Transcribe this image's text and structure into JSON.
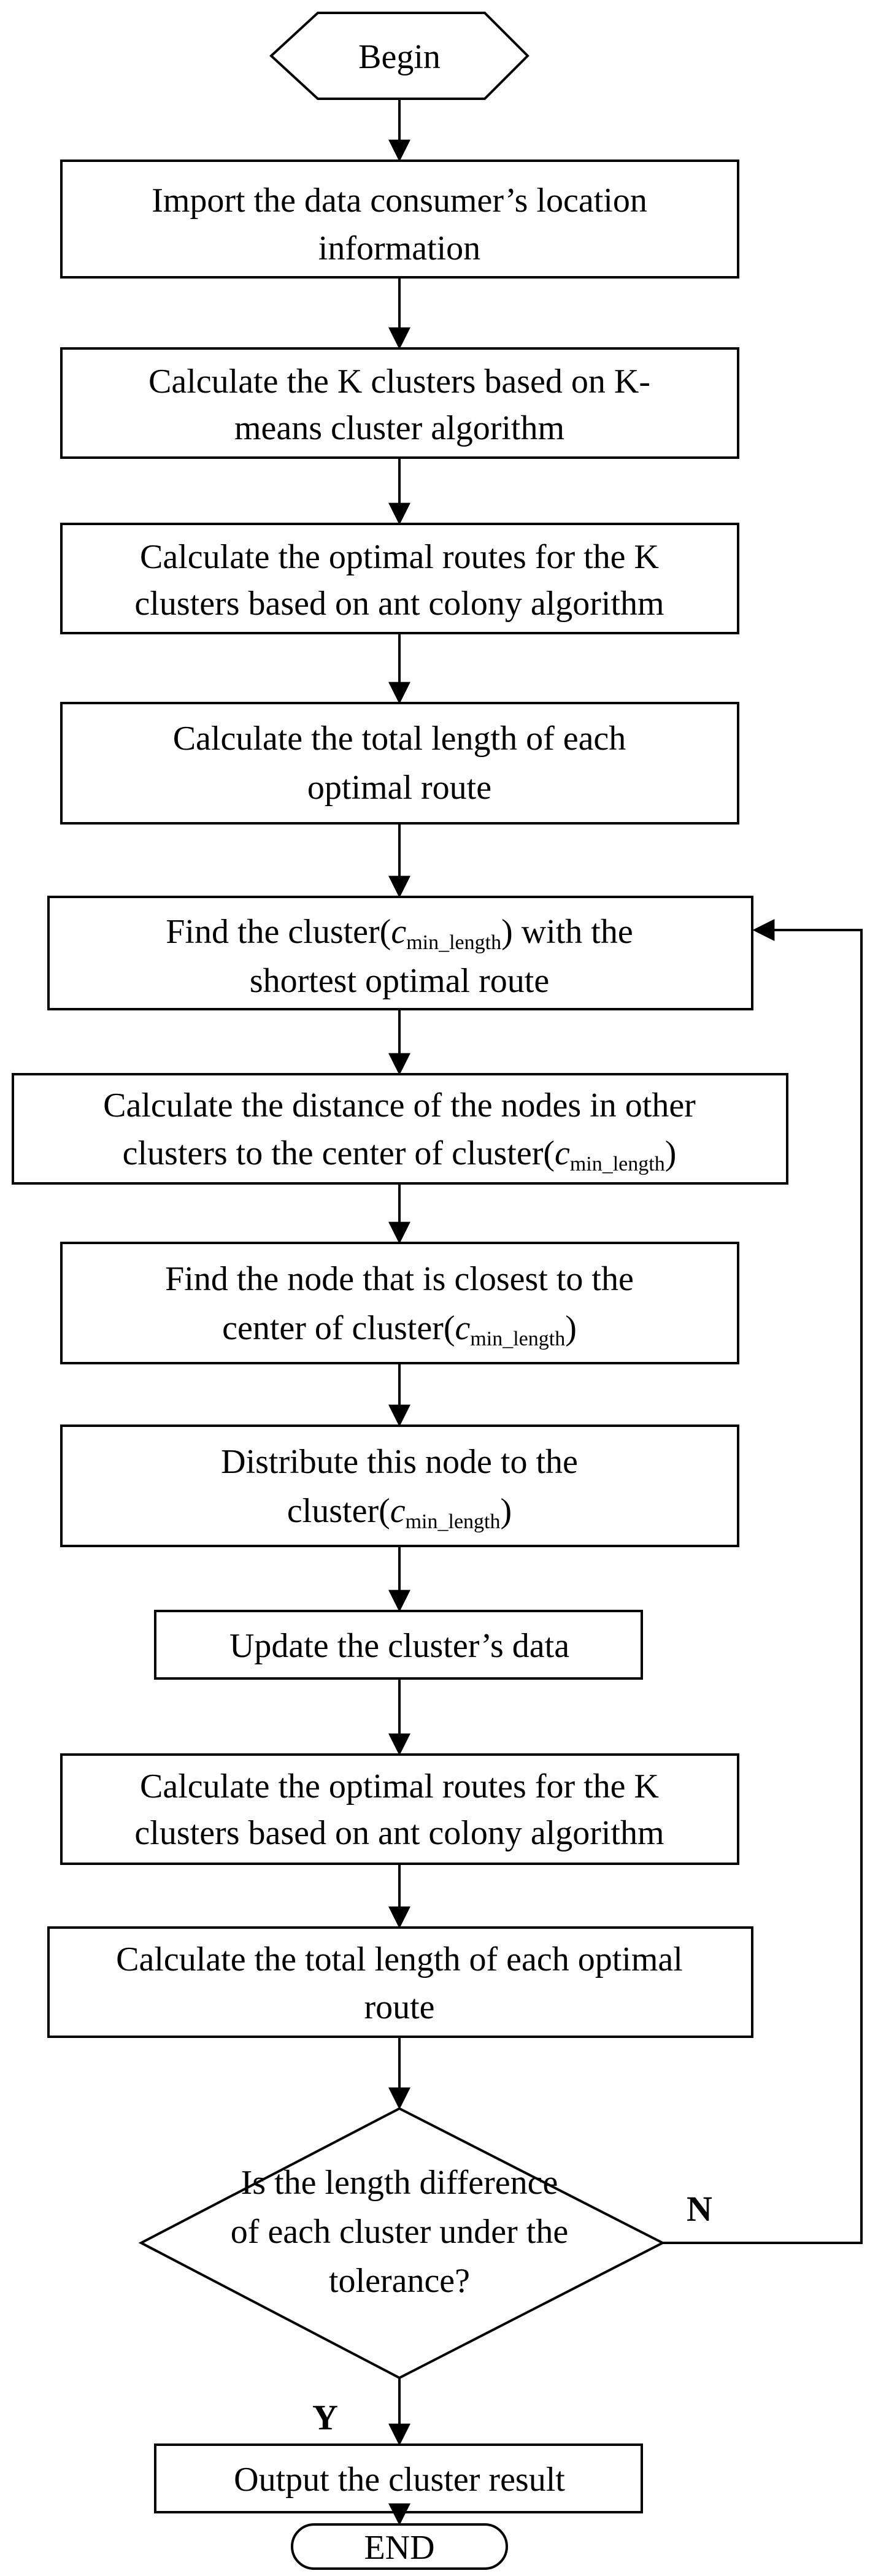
{
  "flowchart": {
    "begin": "Begin",
    "end": "END",
    "steps": [
      {
        "line1": "Import the data consumer’s location",
        "line2": "information"
      },
      {
        "line1": "Calculate the K clusters based on K-",
        "line2": "means cluster algorithm"
      },
      {
        "line1": "Calculate the optimal routes for the K",
        "line2": "clusters based on ant colony algorithm"
      },
      {
        "line1": "Calculate the total length of each",
        "line2": "optimal route"
      },
      {
        "line1a": "Find the cluster(",
        "var": "c",
        "sub": "min_length",
        "line1b": ") with the",
        "line2": "shortest optimal route"
      },
      {
        "line1": "Calculate the distance of the nodes in other",
        "line2a": "clusters to the center of cluster(",
        "var": "c",
        "sub": "min_length",
        "line2b": ")"
      },
      {
        "line1": "Find the node that is closest to the",
        "line2a": "center of cluster(",
        "var": "c",
        "sub": "min_length",
        "line2b": ")"
      },
      {
        "line1": "Distribute this node to the",
        "line2a": "cluster(",
        "var": "c",
        "sub": "min_length",
        "line2b": ")"
      },
      {
        "line1": "Update the cluster’s data"
      },
      {
        "line1": "Calculate the optimal routes for the K",
        "line2": "clusters based on ant colony algorithm"
      },
      {
        "line1": "Calculate the total length of each optimal",
        "line2": "route"
      }
    ],
    "decision": {
      "line1": "Is the length difference",
      "line2": "of each cluster under the",
      "line3": "tolerance?",
      "no_label": "N",
      "yes_label": "Y"
    },
    "output": "Output the cluster result"
  }
}
